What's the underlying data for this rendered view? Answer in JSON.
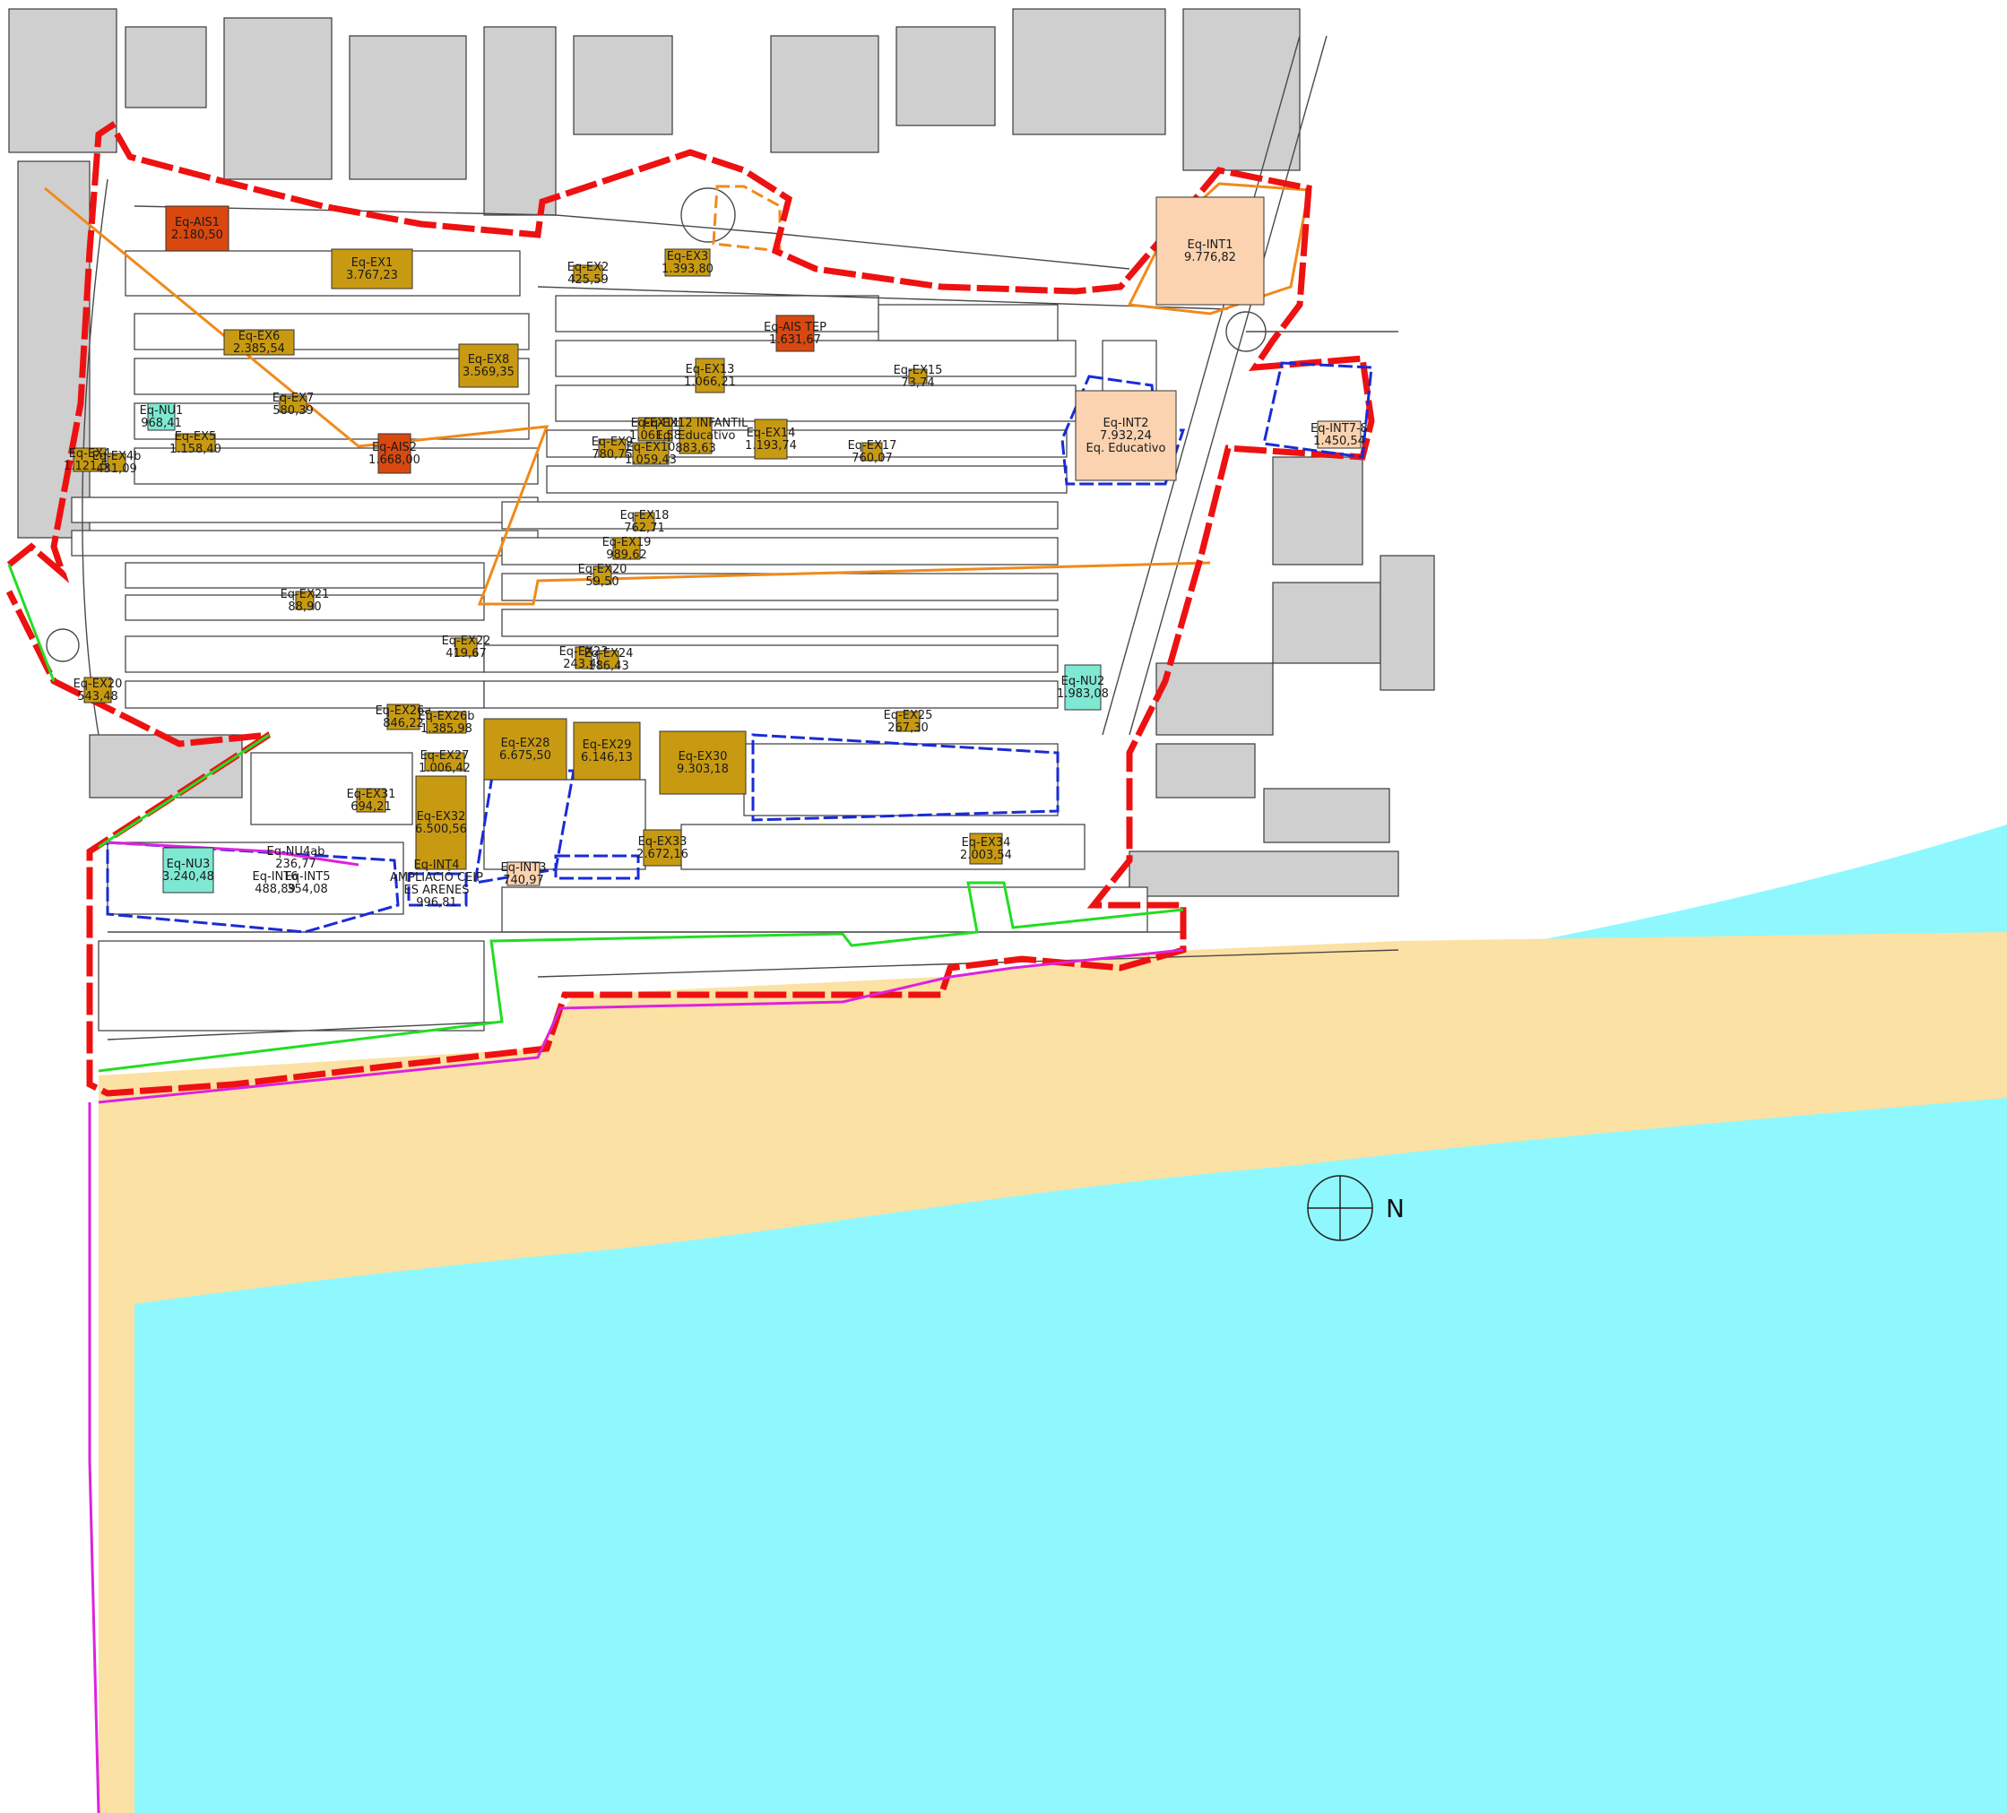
{
  "colors": {
    "existing_equipment": "#c89a12",
    "ais_plot": "#d9480f",
    "int_plot": "#fbd3b0",
    "nu_plot": "#7fe8d2",
    "sea": "#8ff8ff",
    "beach": "#fbe1a3",
    "boundary_red": "#ee1111",
    "line_orange": "#f08a1a",
    "line_blue": "#1a2bd6",
    "line_green": "#22dd22",
    "line_magenta": "#dd22dd",
    "grey_block": "#cfcfcf"
  },
  "north_arrow": {
    "label": "N"
  },
  "plots": [
    {
      "id": "ais1",
      "kind": "ais",
      "lines": [
        "Eq-AIS1",
        "2.180,50"
      ],
      "geom": [
        185,
        230,
        70,
        50
      ]
    },
    {
      "id": "ex1",
      "kind": "ex",
      "lines": [
        "Eq-EX1",
        "3.767,23"
      ],
      "geom": [
        370,
        278,
        90,
        44
      ]
    },
    {
      "id": "ex2",
      "kind": "ex",
      "lines": [
        "Eq-EX2",
        "425,59"
      ],
      "geom": [
        640,
        296,
        32,
        18
      ]
    },
    {
      "id": "ex3",
      "kind": "ex",
      "lines": [
        "Eq-EX3",
        "1.393,80"
      ],
      "geom": [
        742,
        278,
        50,
        30
      ]
    },
    {
      "id": "ex6",
      "kind": "ex",
      "lines": [
        "Eq-EX6",
        "2.385,54"
      ],
      "geom": [
        250,
        368,
        78,
        28
      ]
    },
    {
      "id": "ex8",
      "kind": "ex",
      "lines": [
        "Eq-EX8",
        "3.569,35"
      ],
      "geom": [
        512,
        384,
        66,
        48
      ]
    },
    {
      "id": "ais_tep",
      "kind": "ais",
      "lines": [
        "Eq-AIS TEP",
        "1.631,67"
      ],
      "geom": [
        866,
        352,
        42,
        40
      ]
    },
    {
      "id": "ex13",
      "kind": "ex",
      "lines": [
        "Eq-EX13",
        "1.066,21"
      ],
      "geom": [
        776,
        400,
        32,
        38
      ]
    },
    {
      "id": "ex15",
      "kind": "ex",
      "lines": [
        "Eq-EX15",
        "73,74"
      ],
      "geom": [
        1014,
        412,
        20,
        16
      ]
    },
    {
      "id": "nu1",
      "kind": "nu",
      "lines": [
        "Eq-NU1",
        "968,41"
      ],
      "geom": [
        165,
        450,
        30,
        30
      ]
    },
    {
      "id": "ex7",
      "kind": "ex",
      "lines": [
        "Eq-EX7",
        "580,39"
      ],
      "geom": [
        312,
        442,
        30,
        18
      ]
    },
    {
      "id": "ex5",
      "kind": "ex",
      "lines": [
        "Eq-EX5",
        "1.158,40"
      ],
      "geom": [
        196,
        484,
        44,
        20
      ]
    },
    {
      "id": "ais2",
      "kind": "ais",
      "lines": [
        "Eq-AIS2",
        "1.668,00"
      ],
      "geom": [
        422,
        484,
        36,
        44
      ]
    },
    {
      "id": "ex11",
      "kind": "ex",
      "lines": [
        "Eq-EX11",
        "1.061,58"
      ],
      "geom": [
        712,
        466,
        38,
        26
      ]
    },
    {
      "id": "ex12",
      "kind": "ex",
      "lines": [
        "Eq-EX12 INFANTIL",
        "Eq. Educativo",
        "883,63"
      ],
      "geom": [
        758,
        466,
        36,
        40
      ]
    },
    {
      "id": "ex14",
      "kind": "ex",
      "lines": [
        "Eq-EX14",
        "1.193,74"
      ],
      "geom": [
        842,
        468,
        36,
        44
      ]
    },
    {
      "id": "ex9",
      "kind": "ex",
      "lines": [
        "Eq-EX9",
        "780,75"
      ],
      "geom": [
        668,
        490,
        30,
        20
      ]
    },
    {
      "id": "ex10",
      "kind": "ex",
      "lines": [
        "Eq-EX10",
        "1.059,43"
      ],
      "geom": [
        706,
        494,
        40,
        24
      ]
    },
    {
      "id": "ex17",
      "kind": "ex",
      "lines": [
        "Eq-EX17",
        "760,07"
      ],
      "geom": [
        962,
        494,
        22,
        20
      ]
    },
    {
      "id": "ex4",
      "kind": "ex",
      "lines": [
        "Eq-EX4",
        "1.121,54"
      ],
      "geom": [
        82,
        500,
        36,
        26
      ]
    },
    {
      "id": "ex4b",
      "kind": "ex",
      "lines": [
        "Eq-EX4b",
        "431,09"
      ],
      "geom": [
        120,
        506,
        20,
        20
      ]
    },
    {
      "id": "int2",
      "kind": "int",
      "lines": [
        "Eq-INT2",
        "7.932,24",
        "Eq. Educativo"
      ],
      "geom": [
        1200,
        436,
        112,
        100
      ]
    },
    {
      "id": "int78",
      "kind": "int",
      "lines": [
        "Eq-INT7-8",
        "1.450,54"
      ],
      "geom": [
        1470,
        470,
        48,
        30
      ]
    },
    {
      "id": "int1",
      "kind": "int",
      "lines": [
        "Eq-INT1",
        "9.776,82"
      ],
      "geom": [
        1290,
        220,
        120,
        120
      ]
    },
    {
      "id": "ex18",
      "kind": "ex",
      "lines": [
        "Eq-EX18",
        "762,71"
      ],
      "geom": [
        708,
        572,
        22,
        20
      ]
    },
    {
      "id": "ex19",
      "kind": "ex",
      "lines": [
        "Eq-EX19",
        "989,62"
      ],
      "geom": [
        684,
        600,
        30,
        24
      ]
    },
    {
      "id": "ex20b",
      "kind": "ex",
      "lines": [
        "Eq-EX20",
        "59,50"
      ],
      "geom": [
        662,
        632,
        20,
        20
      ]
    },
    {
      "id": "ex21",
      "kind": "ex",
      "lines": [
        "Eq-EX21",
        "88,90"
      ],
      "geom": [
        330,
        660,
        20,
        20
      ]
    },
    {
      "id": "ex22",
      "kind": "ex",
      "lines": [
        "Eq-EX22",
        "419,67"
      ],
      "geom": [
        508,
        712,
        24,
        20
      ]
    },
    {
      "id": "ex23",
      "kind": "ex",
      "lines": [
        "Eq-EX23",
        "243,49"
      ],
      "geom": [
        642,
        722,
        18,
        24
      ]
    },
    {
      "id": "ex24",
      "kind": "ex",
      "lines": [
        "Eq-EX24",
        "186,43"
      ],
      "geom": [
        668,
        726,
        22,
        20
      ]
    },
    {
      "id": "ex20",
      "kind": "ex",
      "lines": [
        "Eq-EX20",
        "543,48"
      ],
      "geom": [
        94,
        756,
        30,
        28
      ]
    },
    {
      "id": "nu2",
      "kind": "nu",
      "lines": [
        "Eq-NU2",
        "1.983,08"
      ],
      "geom": [
        1188,
        742,
        40,
        50
      ]
    },
    {
      "id": "ex26a",
      "kind": "ex",
      "lines": [
        "Eq-EX26a",
        "846,22"
      ],
      "geom": [
        432,
        786,
        36,
        28
      ]
    },
    {
      "id": "ex26b",
      "kind": "ex",
      "lines": [
        "Eq-EX26b",
        "1.385,98"
      ],
      "geom": [
        476,
        794,
        44,
        24
      ]
    },
    {
      "id": "ex25",
      "kind": "ex",
      "lines": [
        "Eq-EX25",
        "267,30"
      ],
      "geom": [
        1000,
        794,
        26,
        22
      ]
    },
    {
      "id": "ex28",
      "kind": "ex",
      "lines": [
        "Eq-EX28",
        "6.675,50"
      ],
      "geom": [
        540,
        802,
        92,
        68
      ]
    },
    {
      "id": "ex29",
      "kind": "ex",
      "lines": [
        "Eq-EX29",
        "6.146,13"
      ],
      "geom": [
        640,
        806,
        74,
        64
      ]
    },
    {
      "id": "ex30",
      "kind": "ex",
      "lines": [
        "Eq-EX30",
        "9.303,18"
      ],
      "geom": [
        736,
        816,
        96,
        70
      ]
    },
    {
      "id": "ex27",
      "kind": "ex",
      "lines": [
        "Eq-EX27",
        "1.006,42"
      ],
      "geom": [
        474,
        840,
        44,
        20
      ]
    },
    {
      "id": "ex31",
      "kind": "ex",
      "lines": [
        "Eq-EX31",
        "694,21"
      ],
      "geom": [
        398,
        880,
        32,
        26
      ]
    },
    {
      "id": "ex32",
      "kind": "ex",
      "lines": [
        "Eq-EX32",
        "6.500,56"
      ],
      "geom": [
        464,
        866,
        56,
        104
      ]
    },
    {
      "id": "ex33",
      "kind": "ex",
      "lines": [
        "Eq-EX33",
        "2.672,16"
      ],
      "geom": [
        718,
        926,
        42,
        40
      ]
    },
    {
      "id": "ex34",
      "kind": "ex",
      "lines": [
        "Eq-EX34",
        "2.003,54"
      ],
      "geom": [
        1082,
        930,
        36,
        34
      ]
    },
    {
      "id": "nu4ab",
      "kind": "label",
      "lines": [
        "Eq-NU4ab",
        "236,77"
      ],
      "geom": [
        310,
        946,
        40,
        22
      ]
    },
    {
      "id": "nu3",
      "kind": "nu",
      "lines": [
        "Eq-NU3",
        "3.240,48"
      ],
      "geom": [
        182,
        946,
        56,
        50
      ]
    },
    {
      "id": "int6",
      "kind": "label",
      "lines": [
        "Eq-INT6",
        "488,89"
      ],
      "geom": [
        290,
        972,
        34,
        26
      ]
    },
    {
      "id": "int5",
      "kind": "label",
      "lines": [
        "Eq-INT5",
        "354,08"
      ],
      "geom": [
        328,
        972,
        30,
        26
      ]
    },
    {
      "id": "int4",
      "kind": "label",
      "lines": [
        "Eq-INT4",
        "AMPLIACIÓ CEIP",
        "ES ARENES",
        "996,81"
      ],
      "geom": [
        454,
        968,
        66,
        36
      ]
    },
    {
      "id": "int3",
      "kind": "int",
      "lines": [
        "Eq-INT3",
        "740,97"
      ],
      "geom": [
        566,
        962,
        36,
        26
      ]
    }
  ]
}
